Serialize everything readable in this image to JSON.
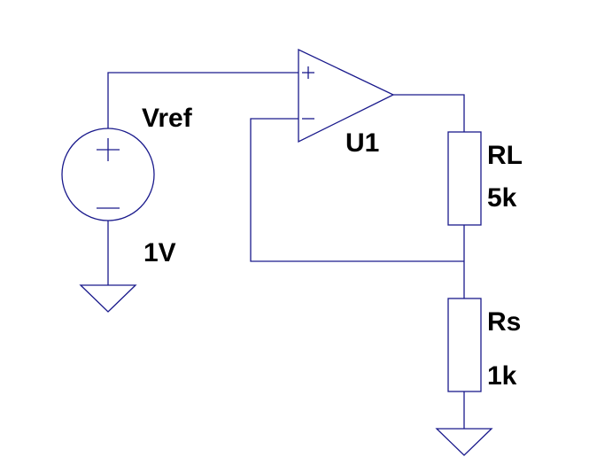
{
  "colors": {
    "wire": "#1a1a8c",
    "label": "#000000",
    "background": "#ffffff"
  },
  "components": {
    "vref": {
      "name": "Vref",
      "value": "1V",
      "type": "voltage-source",
      "plus_symbol": "+",
      "minus_symbol": "−"
    },
    "u1": {
      "name": "U1",
      "type": "op-amp",
      "noninverting_symbol": "+",
      "inverting_symbol": "−"
    },
    "rl": {
      "name": "RL",
      "value": "5k",
      "type": "resistor"
    },
    "rs": {
      "name": "Rs",
      "value": "1k",
      "type": "resistor"
    },
    "grounds": [
      {
        "name": "gnd-vref",
        "type": "ground"
      },
      {
        "name": "gnd-rs",
        "type": "ground"
      }
    ]
  },
  "connections": [
    [
      "Vref+",
      "U1+"
    ],
    [
      "U1 out",
      "RL top"
    ],
    [
      "RL bottom",
      "Rs top"
    ],
    [
      "RL bottom",
      "U1-"
    ],
    [
      "Rs bottom",
      "GND"
    ],
    [
      "Vref-",
      "GND"
    ]
  ]
}
